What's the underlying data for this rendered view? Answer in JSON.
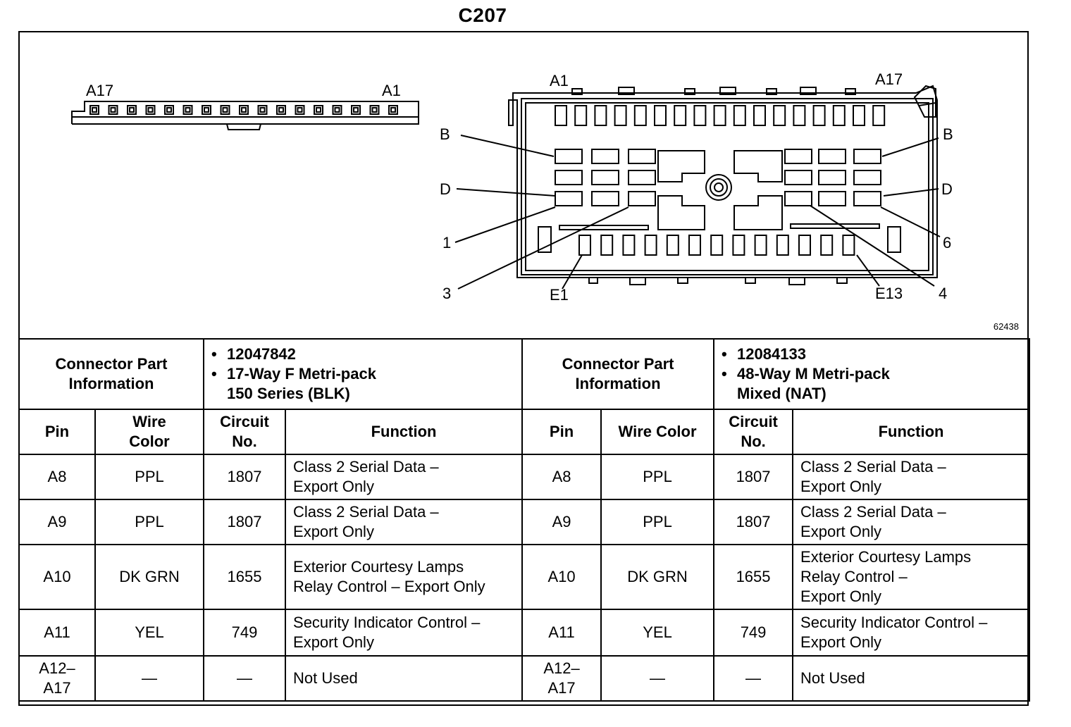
{
  "title": "C207",
  "figure_number": "62438",
  "diagram": {
    "left_connector": {
      "pin_left_label": "A17",
      "pin_right_label": "A1"
    },
    "right_connector": {
      "top_left_label": "A1",
      "top_right_label": "A17",
      "left_b": "B",
      "left_d": "D",
      "left_1": "1",
      "left_3": "3",
      "bottom_e1": "E1",
      "bottom_e13": "E13",
      "right_b": "B",
      "right_d": "D",
      "right_6": "6",
      "right_4": "4"
    }
  },
  "table": {
    "left_connector": {
      "info_label_line1": "Connector Part",
      "info_label_line2": "Information",
      "part_number": "12047842",
      "desc_line1": "17-Way F Metri-pack",
      "desc_line2": "150 Series (BLK)"
    },
    "right_connector": {
      "info_label_line1": "Connector Part",
      "info_label_line2": "Information",
      "part_number": "12084133",
      "desc_line1": "48-Way M Metri-pack",
      "desc_line2": "Mixed (NAT)"
    },
    "columns": {
      "pin": "Pin",
      "wire_color_line1": "Wire",
      "wire_color_line2": "Color",
      "wire_color_single": "Wire Color",
      "circuit_line1": "Circuit",
      "circuit_line2": "No.",
      "function": "Function"
    },
    "rows": [
      {
        "left": {
          "pin": "A8",
          "wire": "PPL",
          "circuit": "1807",
          "function_lines": [
            "Class 2 Serial Data –",
            "Export Only"
          ]
        },
        "right": {
          "pin": "A8",
          "wire": "PPL",
          "circuit": "1807",
          "function_lines": [
            "Class 2 Serial Data –",
            "Export Only"
          ]
        }
      },
      {
        "left": {
          "pin": "A9",
          "wire": "PPL",
          "circuit": "1807",
          "function_lines": [
            "Class 2 Serial Data –",
            "Export Only"
          ]
        },
        "right": {
          "pin": "A9",
          "wire": "PPL",
          "circuit": "1807",
          "function_lines": [
            "Class 2 Serial Data –",
            "Export Only"
          ]
        }
      },
      {
        "left": {
          "pin": "A10",
          "wire": "DK GRN",
          "circuit": "1655",
          "function_lines": [
            "Exterior Courtesy Lamps",
            "Relay Control – Export Only"
          ]
        },
        "right": {
          "pin": "A10",
          "wire": "DK GRN",
          "circuit": "1655",
          "function_lines": [
            "Exterior Courtesy Lamps",
            "Relay Control –",
            "Export Only"
          ]
        }
      },
      {
        "left": {
          "pin": "A11",
          "wire": "YEL",
          "circuit": "749",
          "function_lines": [
            "Security Indicator Control –",
            "Export Only"
          ]
        },
        "right": {
          "pin": "A11",
          "wire": "YEL",
          "circuit": "749",
          "function_lines": [
            "Security Indicator Control –",
            "Export Only"
          ]
        }
      },
      {
        "left": {
          "pin_lines": [
            "A12–",
            "A17"
          ],
          "wire": "—",
          "circuit": "—",
          "function_lines": [
            "Not Used"
          ]
        },
        "right": {
          "pin_lines": [
            "A12–",
            "A17"
          ],
          "wire": "—",
          "circuit": "—",
          "function_lines": [
            "Not Used"
          ]
        }
      }
    ]
  }
}
